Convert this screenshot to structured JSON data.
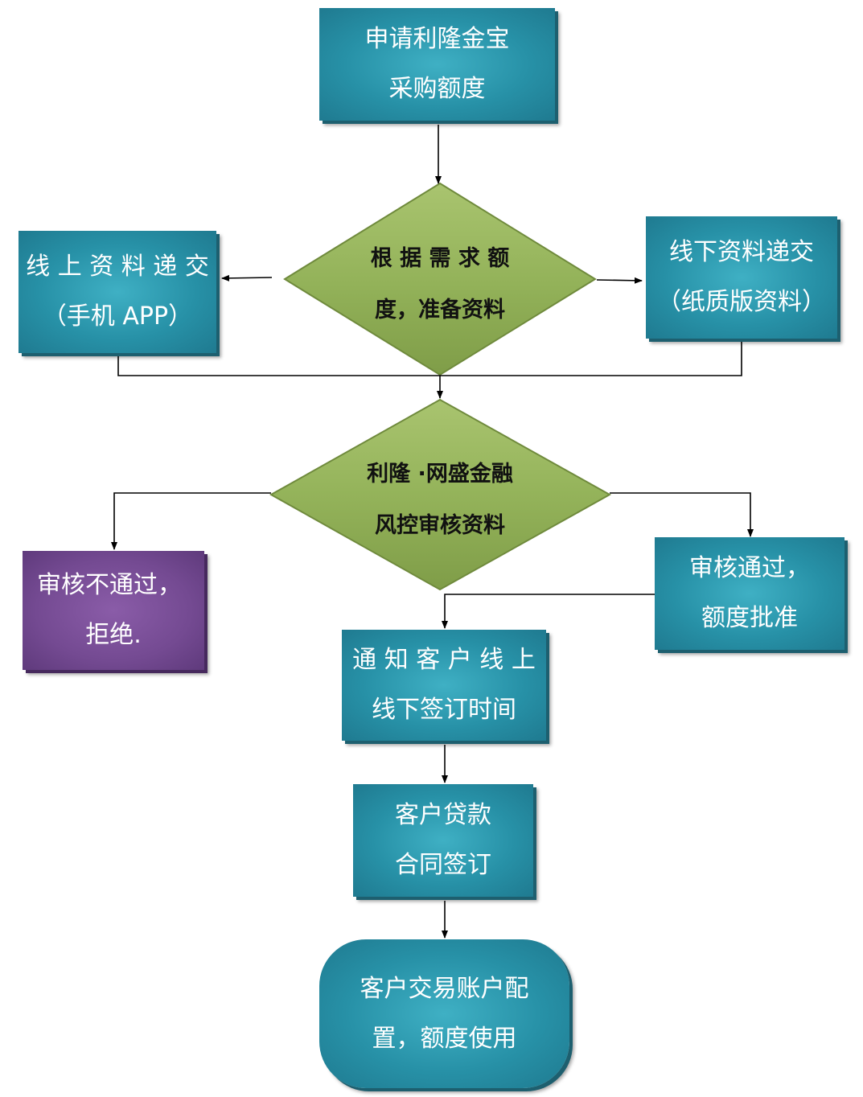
{
  "nodes": {
    "apply": {
      "line1": "申请利隆金宝",
      "line2": "采购额度"
    },
    "prepare": {
      "line1": "根 据 需 求 额",
      "line2": "度，准备资料"
    },
    "online": {
      "line1": "线 上 资 料 递 交",
      "line2": "（手机 APP）"
    },
    "offline": {
      "line1": "线下资料递交",
      "line2": "（纸质版资料）"
    },
    "review": {
      "line1": "利隆 ·网盛金融",
      "line2": "风控审核资料"
    },
    "reject": {
      "line1": "审核不通过，",
      "line2": "拒绝."
    },
    "approve": {
      "line1": "审核通过，",
      "line2": "额度批准"
    },
    "notify": {
      "line1": "通 知 客 户 线 上",
      "line2": "线下签订时间"
    },
    "contract": {
      "line1": "客户贷款",
      "line2": "合同签订"
    },
    "account": {
      "line1": "客户交易账户配",
      "line2": "置，额度使用"
    }
  },
  "colors": {
    "process": "#2791a7",
    "decision": "#94b35a",
    "reject": "#744a92",
    "line": "#000000"
  }
}
